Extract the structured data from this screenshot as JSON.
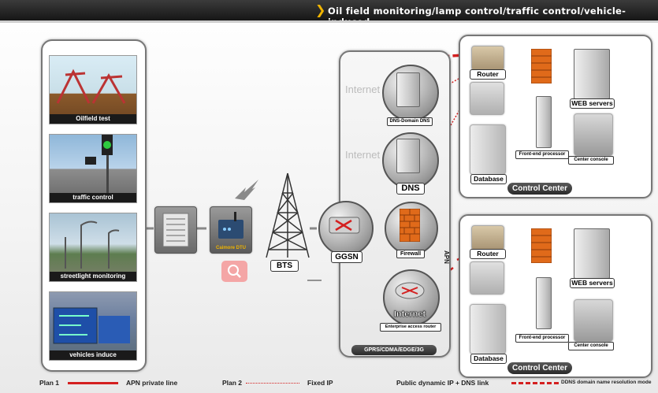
{
  "header": {
    "title": "Oil field monitoring/lamp control/traffic control/vehicle-induced"
  },
  "photos": [
    {
      "caption": "Oilfield test"
    },
    {
      "caption": "traffic control"
    },
    {
      "caption": "streetlight monitoring"
    },
    {
      "caption": "vehicles induce"
    }
  ],
  "devices": {
    "dtu": "Caimore DTU",
    "bts": "BTS"
  },
  "network": {
    "internet_watermark": "Internet",
    "ggsn": "GGSN",
    "firewall": "Firewall",
    "internet": "Internet",
    "router": "Enterprise access router",
    "dns_domain": "DNS-Domain DNS",
    "dns": "DNS",
    "footer": "GPRS/CDMA/EDGE/3G",
    "apn": "APN"
  },
  "control_centers": [
    {
      "router": "Router",
      "web": "WEB servers",
      "fep": "Front-end processor",
      "console": "Center console",
      "db": "Database",
      "title": "Control Center"
    },
    {
      "router": "Router",
      "web": "WEB servers",
      "fep": "Front-end processor",
      "console": "Center console",
      "db": "Database",
      "title": "Control Center"
    }
  ],
  "legend": {
    "plan1": "Plan 1",
    "apn": "APN private line",
    "plan2": "Plan 2",
    "fixed": "Fixed IP",
    "public": "Public dynamic IP + DNS link",
    "ddns": "DDNS domain name resolution mode"
  },
  "colors": {
    "red": "#d42020",
    "orange": "#f08a1c",
    "gold": "#f0b400"
  }
}
